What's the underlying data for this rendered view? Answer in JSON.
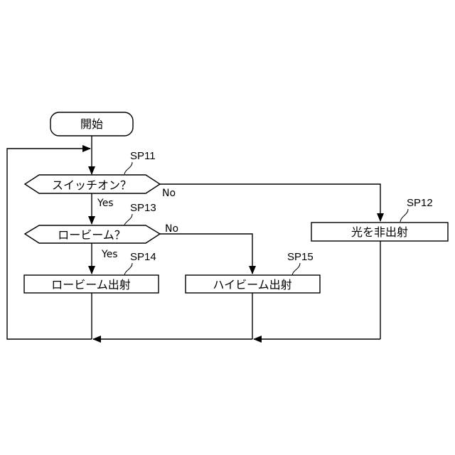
{
  "flowchart": {
    "start": {
      "label": "開始"
    },
    "decision_switch": {
      "label": "スイッチオン？",
      "step": "SP11",
      "yes": "Yes",
      "no": "No"
    },
    "decision_low_beam": {
      "label": "ロービーム？",
      "step": "SP13",
      "yes": "Yes",
      "no": "No"
    },
    "process_no_light": {
      "label": "光を非出射",
      "step": "SP12"
    },
    "process_low_beam": {
      "label": "ロービーム出射",
      "step": "SP14"
    },
    "process_high_beam": {
      "label": "ハイビーム出射",
      "step": "SP15"
    }
  },
  "colors": {
    "stroke": "#000000",
    "fill": "#ffffff"
  }
}
